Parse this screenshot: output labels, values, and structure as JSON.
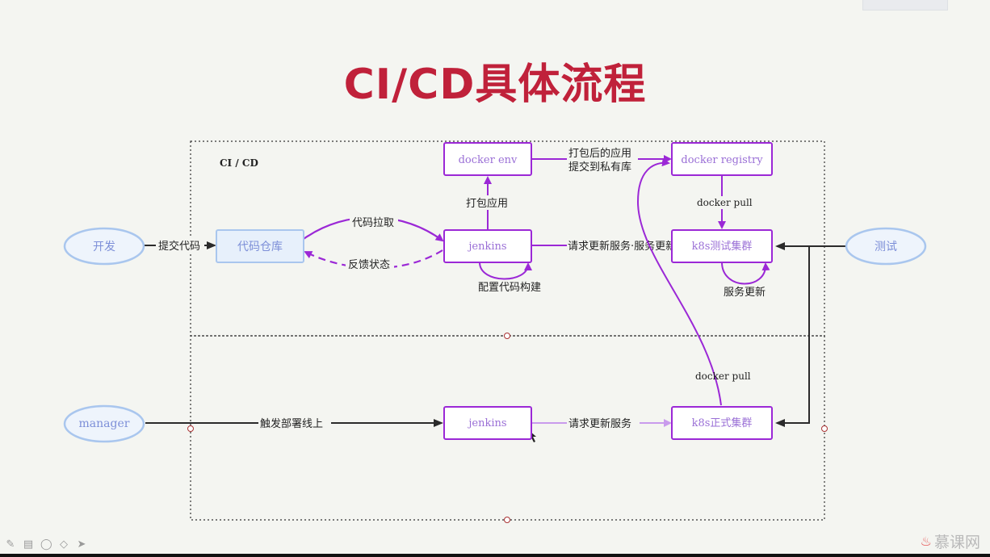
{
  "title": "CI/CD具体流程",
  "frame_label": "CI / CD",
  "nodes": {
    "dev": "开发",
    "code_repo": "代码仓库",
    "docker_env": "docker env",
    "jenkins_ci": "jenkins",
    "docker_registry": "docker registry",
    "k8s_test": "k8s测试集群",
    "tester": "测试",
    "manager": "manager",
    "jenkins_prod": "jenkins",
    "k8s_prod": "k8s正式集群"
  },
  "edges": {
    "submit_code": "提交代码",
    "pull_code": "代码拉取",
    "feedback": "反馈状态",
    "package_app": "打包应用",
    "config_build": "配置代码构建",
    "pushed_line1": "打包后的应用",
    "pushed_line2": "提交到私有库",
    "request_update_test": "请求更新服务·服务更新",
    "docker_pull_test": "docker pull",
    "service_update": "服务更新",
    "docker_pull_prod": "docker pull",
    "trigger_deploy": "触发部署线上",
    "request_update_prod": "请求更新服务"
  },
  "colors": {
    "title": "#c0213a",
    "purple": "#9b28d6",
    "purple_light": "#c99bec",
    "blue_node": "#a9c6ee",
    "blue_node_fill": "#e7f0fb",
    "dark_line": "#2b2b2b"
  },
  "toolbar_icons": [
    "pencil-icon",
    "note-icon",
    "comment-icon",
    "eraser-icon",
    "cursor-icon"
  ],
  "logo": "慕课网"
}
